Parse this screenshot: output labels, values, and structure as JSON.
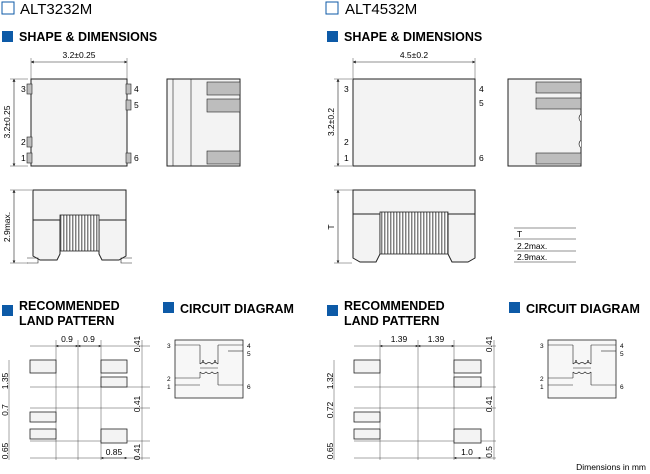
{
  "colors": {
    "accent": "#0d5aa7",
    "body_fill": "#f3f3f3",
    "pad_fill": "#bdbdbd",
    "line": "#222222"
  },
  "left": {
    "part": "ALT3232M",
    "shape_heading": "SHAPE & DIMENSIONS",
    "width_dim": "3.2±0.25",
    "height_dim": "3.2±0.25",
    "thickness_dim": "2.9max.",
    "pins": [
      "1",
      "2",
      "3",
      "4",
      "5",
      "6"
    ],
    "land_heading_1": "RECOMMENDED",
    "land_heading_2": "LAND PATTERN",
    "land_dims": {
      "gap_a": "0.9",
      "gap_b": "0.9",
      "r_top": "0.41",
      "r_mid": "0.41",
      "r_bot": "0.41",
      "l_top": "1.35",
      "l_mid": "0.7",
      "l_bot": "0.65",
      "pad_w": "0.85"
    },
    "circuit_heading": "CIRCUIT DIAGRAM"
  },
  "right": {
    "part": "ALT4532M",
    "shape_heading": "SHAPE & DIMENSIONS",
    "width_dim": "4.5±0.2",
    "height_dim": "3.2±0.2",
    "thickness_dim": "T",
    "pins": [
      "1",
      "2",
      "3",
      "4",
      "5",
      "6"
    ],
    "t_table": [
      "T",
      "2.2max.",
      "2.9max."
    ],
    "land_heading_1": "RECOMMENDED",
    "land_heading_2": "LAND PATTERN",
    "land_dims": {
      "gap_a": "1.39",
      "gap_b": "1.39",
      "r_top": "0.41",
      "r_mid": "0.41",
      "r_bot": "0.5",
      "l_top": "1.32",
      "l_mid": "0.72",
      "l_bot": "0.65",
      "pad_w": "1.0"
    },
    "circuit_heading": "CIRCUIT DIAGRAM"
  },
  "footer": {
    "units_note": "Dimensions in mm"
  }
}
